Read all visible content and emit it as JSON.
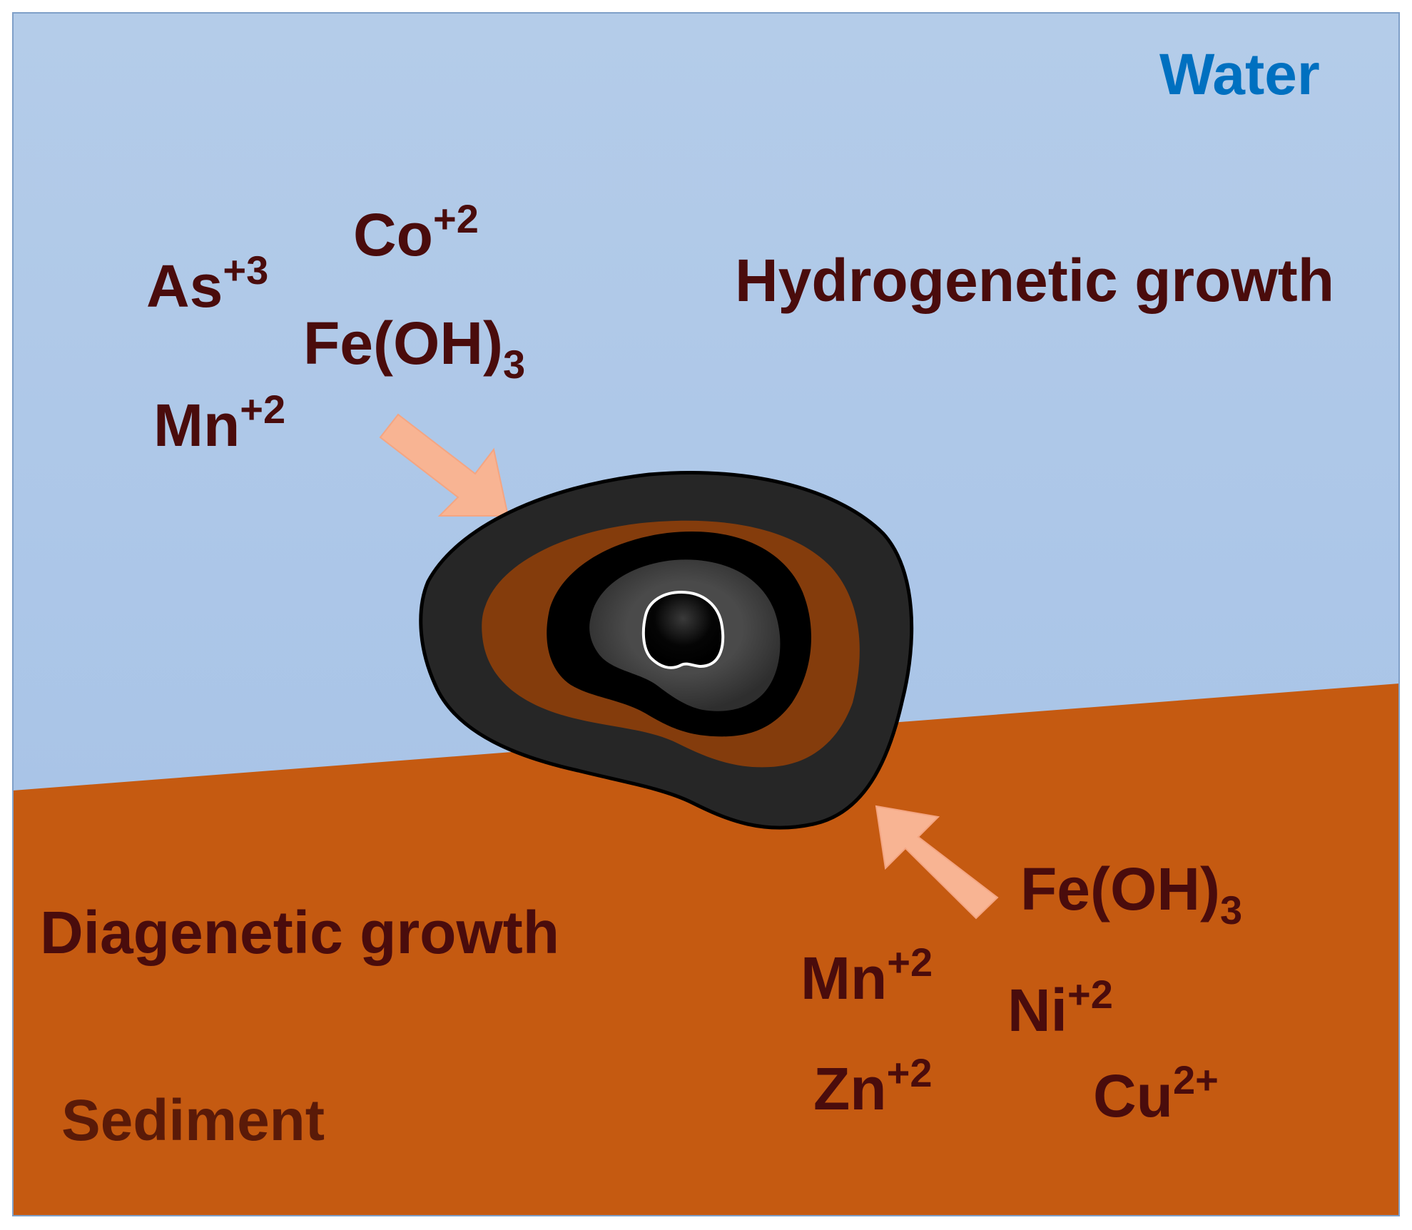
{
  "colors": {
    "water": "#a9c7e9",
    "sediment": "#c55a11",
    "label": "#4a0c0c",
    "water_label": "#0070c0",
    "arrow": "#f8b493",
    "nodule_outer": "#262626",
    "nodule_layer_brown": "#843c0c",
    "nodule_layer_black": "#000000",
    "nodule_layer_grey": "#404040"
  },
  "regions": {
    "water_label": "Water",
    "sediment_label": "Sediment"
  },
  "processes": {
    "hydrogenetic": "Hydrogenetic growth",
    "diagenetic": "Diagenetic growth"
  },
  "water_species": [
    {
      "base": "As",
      "sup": "+3",
      "sub": ""
    },
    {
      "base": "Co",
      "sup": "+2",
      "sub": ""
    },
    {
      "base": "Fe(OH)",
      "sup": "",
      "sub": "3"
    },
    {
      "base": "Mn",
      "sup": "+2",
      "sub": ""
    }
  ],
  "sediment_species": [
    {
      "base": "Fe(OH)",
      "sup": "",
      "sub": "3"
    },
    {
      "base": "Mn",
      "sup": "+2",
      "sub": ""
    },
    {
      "base": "Ni",
      "sup": "+2",
      "sub": ""
    },
    {
      "base": "Zn",
      "sup": "+2",
      "sub": ""
    },
    {
      "base": "Cu",
      "sup": "2+",
      "sub": ""
    }
  ]
}
